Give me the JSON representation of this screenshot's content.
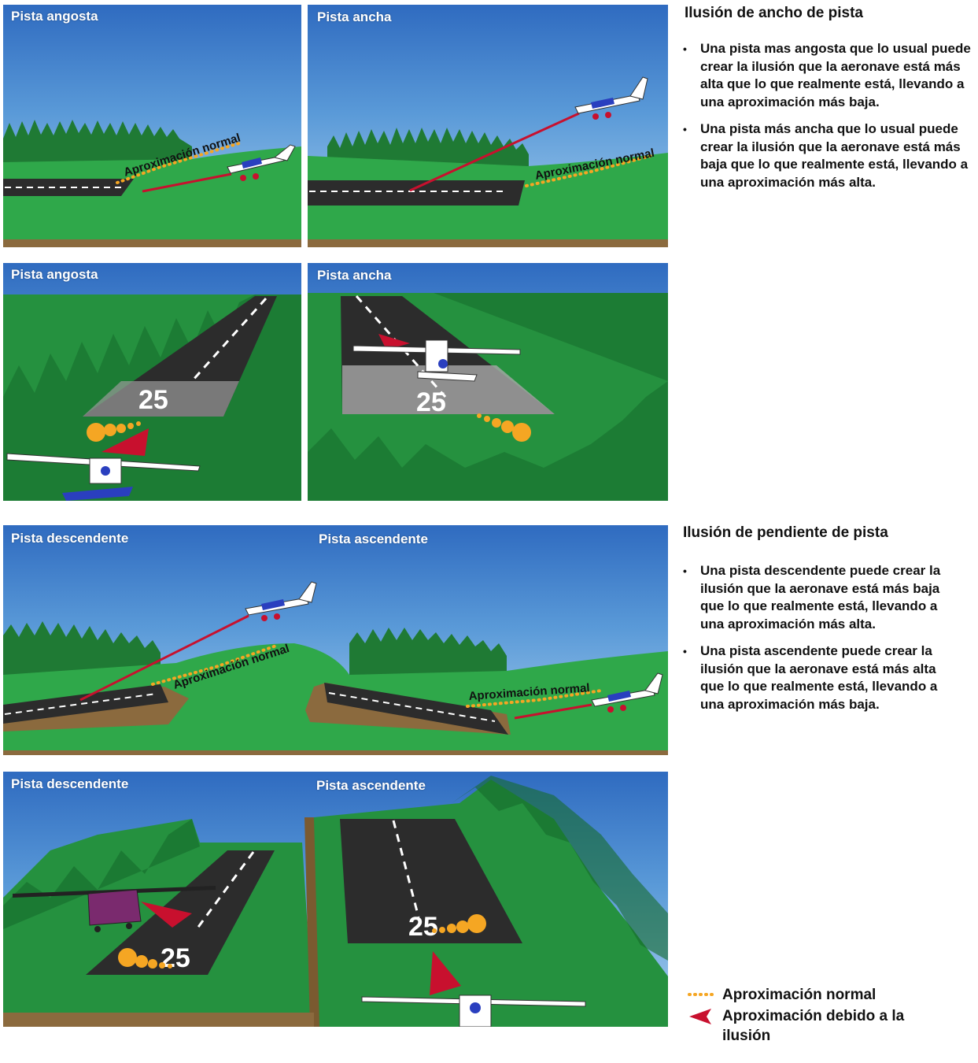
{
  "panels": {
    "p1": {
      "label": "Pista angosta",
      "approach": "Aproximación normal"
    },
    "p2": {
      "label": "Pista ancha",
      "approach": "Aproximación normal"
    },
    "p3": {
      "label": "Pista angosta",
      "runway_number": "25"
    },
    "p4": {
      "label": "Pista ancha",
      "runway_number": "25"
    },
    "p5": {
      "label_left": "Pista descendente",
      "label_right": "Pista ascendente",
      "approach_left": "Aproximación normal",
      "approach_right": "Aproximación normal"
    },
    "p6": {
      "label_left": "Pista descendente",
      "label_right": "Pista ascendente",
      "runway_number_left": "25",
      "runway_number_right": "25"
    }
  },
  "width_illusion": {
    "title": "Ilusión de ancho de pista",
    "bullets": [
      "Una pista mas angosta que lo usual puede crear la ilusión que la aeronave está más alta que lo que realmente está, llevando a una aproximación más baja.",
      "Una pista más ancha que lo usual puede crear la ilusión que la aeronave está más baja que lo que realmente está, llevando a una aproximación más alta."
    ]
  },
  "slope_illusion": {
    "title": "Ilusión de pendiente de pista",
    "bullets": [
      "Una pista descendente puede crear la ilusión que la aeronave está más baja que lo que realmente está, llevando a una aproximación más alta.",
      "Una pista ascendente puede crear la ilusión que la aeronave está más alta que lo que realmente está, llevando a una aproximación más baja."
    ]
  },
  "legend": {
    "normal": "Aproximación normal",
    "illusion": "Aproximación debido a la ilusión"
  },
  "colors": {
    "normal_approach": "#f5a623",
    "illusion_approach": "#c8102e",
    "grass": "#2fa84a",
    "trees": "#1f7a34",
    "runway": "#2c2c2c",
    "sky": "#4b8fd6",
    "dirt": "#8b6a3e"
  },
  "icons": [
    "airplane-icon",
    "tree-icon",
    "bullet-icon",
    "dotted-line-icon",
    "red-arrow-icon"
  ]
}
